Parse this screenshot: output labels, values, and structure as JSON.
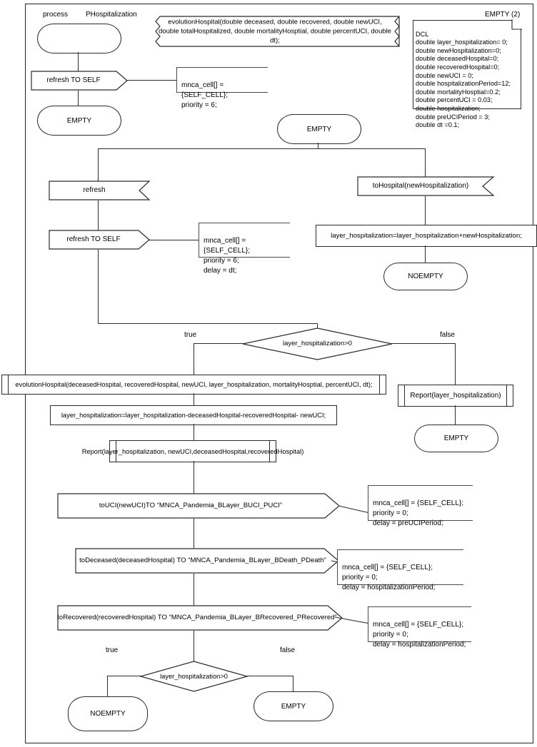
{
  "diagram": {
    "type": "SDL process diagram",
    "header": {
      "keyword": "process",
      "name": "PHospitalization",
      "top_right_state": "EMPTY (2)"
    },
    "procedure_signature": "evolutionHospital(double deceased, double recovered, double newUCI,\ndouble totalHospitalized, double mortalityHosptial, double percentUCI, double dt);",
    "declarations": "DCL\ndouble layer_hospitalization= 0;\ndouble newHospitalization=0;\ndouble deceasedHospital=0;\ndouble recoveredHospital=0;\ndouble newUCI = 0;\ndouble hospitalizationPeriod=12;\ndouble mortalityHosptial=0.2;\ndouble percentUCI = 0.03;\ndouble hospitalization;\ndouble preUCIPeriod = 3;\ndouble dt =0.1;",
    "nodes": {
      "start_state": "",
      "init_output": "refresh TO SELF",
      "init_note": "mnca_cell[] = {SELF_CELL};\npriority = 6;",
      "init_next_state": "EMPTY",
      "main_state": "EMPTY",
      "input_refresh": "refresh",
      "refresh_output": "refresh TO SELF",
      "refresh_note": "mnca_cell[] = {SELF_CELL};\npriority = 6;\ndelay = dt;",
      "input_tohospital": "toHospital(newHospitalization)",
      "tohospital_task": "layer_hospitalization=layer_hospitalization+newHospitalization;",
      "tohospital_state": "NOEMPTY",
      "decision1": "layer_hospitalization>0",
      "decision1_true": "true",
      "decision1_false": "false",
      "false_report": "Report(layer_hospitalization)",
      "false_state": "EMPTY",
      "call_evolution": "evolutionHospital(deceasedHospital, recoveredHospital, newUCI, layer_hospitalization, mortalityHosptial, percentUCI, dt);",
      "task_subtract": "layer_hospitalization=layer_hospitalization-deceasedHospital-recoveredHospital- newUCI;",
      "call_report": "Report(layer_hospitalization, newUCI,deceasedHospital,recoveredHospital)",
      "out_uci": "toUCI(newUCI)TO “MNCA_Pandemia_BLayer_BUCI_PUCI”",
      "out_uci_note": "mnca_cell[] = {SELF_CELL};\npriority = 0;\ndelay = preUCIPeriod;",
      "out_deceased": "toDeceased(deceasedHospital) TO “MNCA_Pandemia_BLayer_BDeath_PDeath”",
      "out_deceased_note": "mnca_cell[] = {SELF_CELL};\npriority = 0;\ndelay = hospitalizationPeriod;",
      "out_recovered": "toRecovered(recoveredHospital) TO “MNCA_Pandemia_BLayer_BRecovered_PRecovered”",
      "out_recovered_note": "mnca_cell[] = {SELF_CELL};\npriority = 0;\ndelay = hospitalizationPeriod;",
      "decision2": "layer_hospitalization>0",
      "decision2_true": "true",
      "decision2_false": "false",
      "decision2_true_state": "NOEMPTY",
      "decision2_false_state": "EMPTY"
    },
    "colors": {
      "stroke": "#2b2b2b",
      "stroke_light": "#4a4a4a",
      "background": "#ffffff",
      "text": "#000000"
    }
  }
}
